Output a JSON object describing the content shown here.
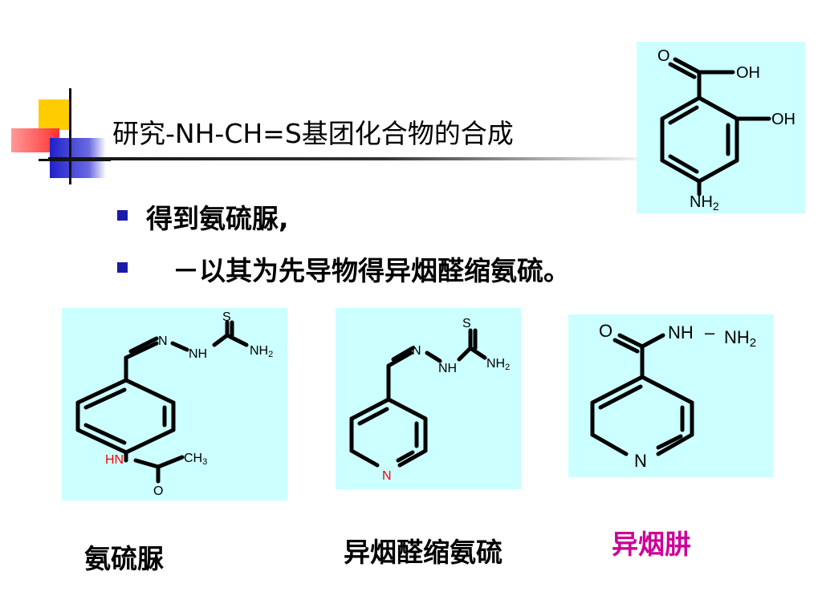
{
  "slide": {
    "title": "研究-NH-CH=S基团化合物的合成",
    "bullets": [
      "得到氨硫脲,",
      "　－以其为先导物得异烟醛缩氨硫。"
    ],
    "bullet_color": "#1a1aa8",
    "panel_color": "#ccffff"
  },
  "structures": {
    "salicylic": {
      "o": "O",
      "oh1": "OH",
      "oh2": "OH",
      "nh": "NH",
      "sub2": "2"
    },
    "thiosemicarbazone": {
      "s": "S",
      "n": "N",
      "nh": "NH",
      "nh2": "NH",
      "sub2": "2",
      "hn": "HN",
      "ch": "CH",
      "sub3": "3",
      "o": "O"
    },
    "isonicotinaldehyde": {
      "s": "S",
      "n": "N",
      "nh": "NH",
      "nh2": "NH",
      "sub2": "2",
      "ringn": "N"
    },
    "isoniazid": {
      "o": "O",
      "nh": "NH",
      "dash": "–",
      "nh2": "NH",
      "sub2": "2",
      "ringn": "N"
    }
  },
  "captions": {
    "c1": "氨硫脲",
    "c2": "异烟醛缩氨硫",
    "c3": "异烟肼",
    "c3_color": "#cc0099"
  }
}
